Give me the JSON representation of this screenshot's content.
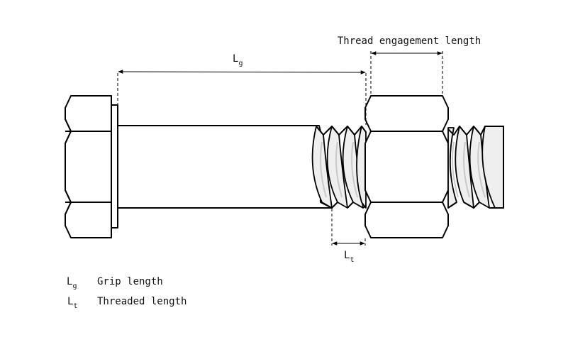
{
  "labels": {
    "grip": {
      "symbol": "L",
      "subscript": "g"
    },
    "threaded": {
      "symbol": "L",
      "subscript": "t"
    },
    "engagement": "Thread engagement length"
  },
  "legend": [
    {
      "symbol": "L",
      "subscript": "g",
      "text": "Grip length"
    },
    {
      "symbol": "L",
      "subscript": "t",
      "text": "Threaded length"
    }
  ]
}
